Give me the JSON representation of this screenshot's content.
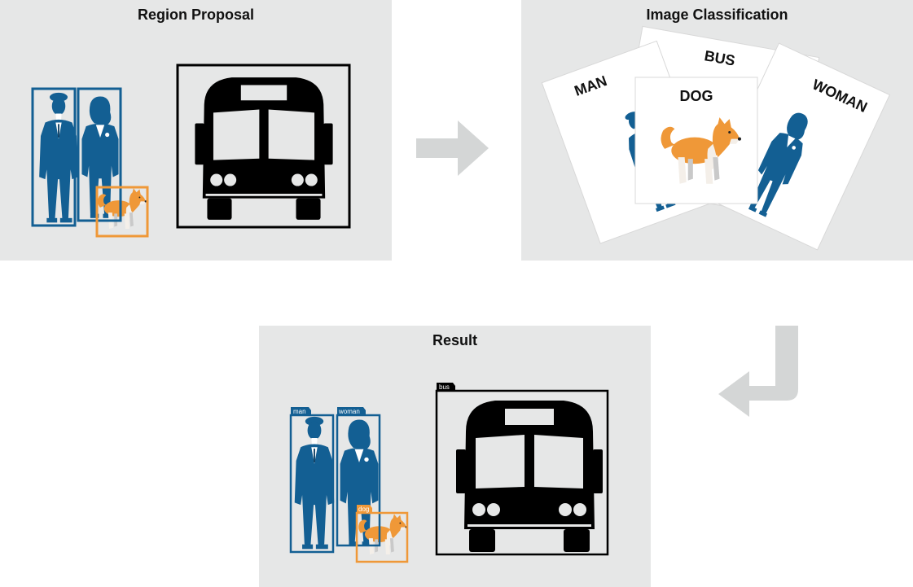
{
  "panels": {
    "proposal": {
      "title": "Region Proposal"
    },
    "classification": {
      "title": "Image Classification",
      "cards": {
        "man": "MAN",
        "bus": "BUS",
        "woman": "WOMAN",
        "dog": "DOG"
      }
    },
    "result": {
      "title": "Result",
      "tags": {
        "man": "man",
        "woman": "woman",
        "dog": "dog",
        "bus": "bus"
      }
    }
  },
  "colors": {
    "panel_bg": "#e6e7e7",
    "person_blue": "#135f93",
    "dog_orange": "#ef9838",
    "bus_black": "#000000",
    "arrow_gray": "#d4d6d6"
  }
}
